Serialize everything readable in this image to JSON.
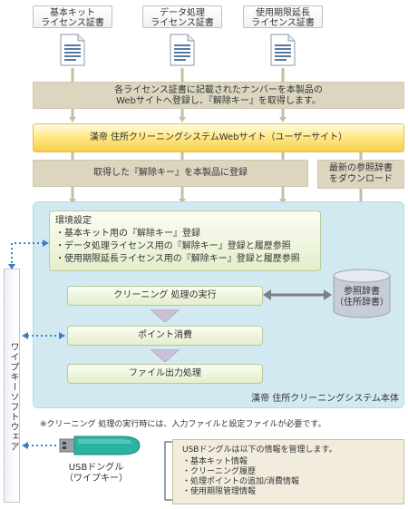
{
  "licenses": [
    {
      "line1": "基本キット",
      "line2": "ライセンス証書"
    },
    {
      "line1": "データ処理",
      "line2": "ライセンス証書"
    },
    {
      "line1": "使用期限延長",
      "line2": "ライセンス証書"
    }
  ],
  "step1": {
    "line1": "各ライセンス証書に記載されたナンバーを本製品の",
    "line2": "Webサイトへ登録し、『解除キー』を取得します。"
  },
  "website": "漢帝 住所クリーニングシステムWebサイト（ユーザーサイト）",
  "register": "取得した『解除キー』を本製品に登録",
  "dict_download": {
    "line1": "最新の参照辞書",
    "line2": "をダウンロード"
  },
  "env": {
    "title": "環境設定",
    "items": [
      "・基本キット用の『解除キー』登録",
      "・データ処理ライセンス用の『解除キー』登録と履歴参照",
      "・使用期限延長ライセンス用の『解除キー』登録と履歴参照"
    ]
  },
  "cleaning": "クリーニング 処理の実行",
  "points": "ポイント消費",
  "output": "ファイル出力処理",
  "dictionary": {
    "line1": "参照辞書",
    "line2": "（住所辞書）"
  },
  "system_label": "漢帝 住所クリーニングシステム本体",
  "side_label": "ワイプキーソフトウェア",
  "note": "※クリーニング 処理の実行時には、入力ファイルと設定ファイルが必要です。",
  "usb": {
    "line1": "USBドングル",
    "line2": "（ワイプキー）"
  },
  "usb_info": {
    "title": "USBドングルは以下の情報を管理します。",
    "items": [
      "・基本キット情報",
      "・クリーニング履歴",
      "・処理ポイントの追加/消費情報",
      "・使用期限管理情報"
    ]
  },
  "colors": {
    "beige": "#dcd6c1",
    "gold": "#f6cf4b",
    "main_bg": "#d3e9f2",
    "green": "#e4eecb",
    "dotted_arrow": "#3d7fc3"
  }
}
